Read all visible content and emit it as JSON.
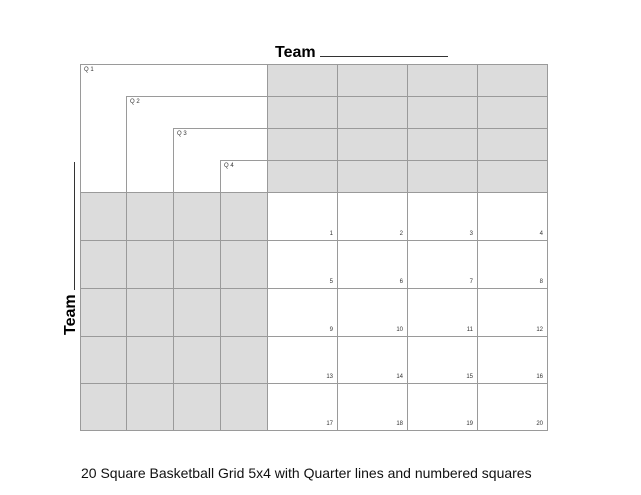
{
  "header": {
    "top_team_label": "Team",
    "left_team_label": "Team"
  },
  "quarters": [
    {
      "label": "Q 1"
    },
    {
      "label": "Q 2"
    },
    {
      "label": "Q 3"
    },
    {
      "label": "Q 4"
    }
  ],
  "grid": {
    "rows": 5,
    "columns": 4,
    "fill_color": "#dcdcdc",
    "line_color": "#9a9a9a",
    "squares": [
      "1",
      "2",
      "3",
      "4",
      "5",
      "6",
      "7",
      "8",
      "9",
      "10",
      "11",
      "12",
      "13",
      "14",
      "15",
      "16",
      "17",
      "18",
      "19",
      "20"
    ]
  },
  "caption": "20 Square Basketball Grid 5x4 with Quarter lines and numbered squares"
}
